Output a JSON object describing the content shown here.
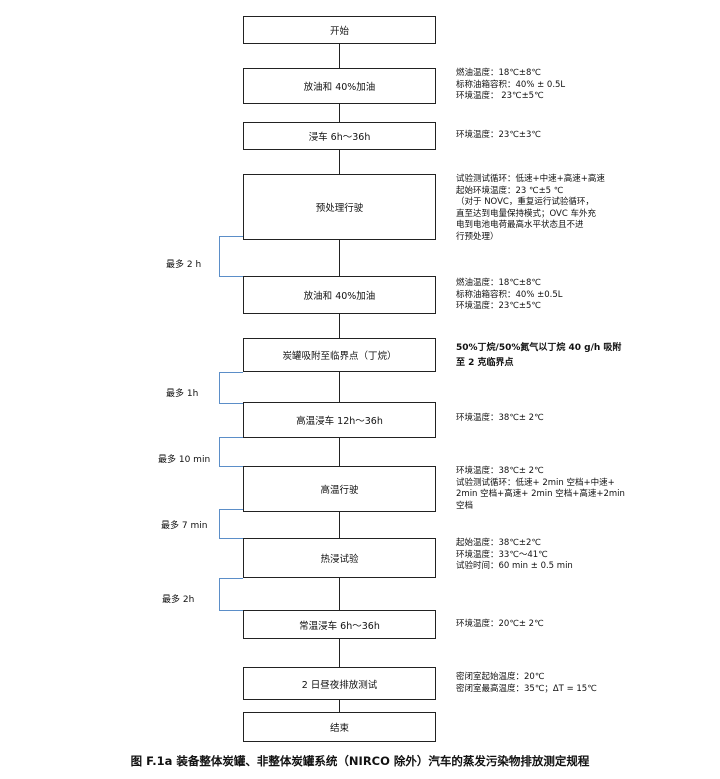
{
  "steps": [
    {
      "label": "开始"
    },
    {
      "label": "放油和 40%加油"
    },
    {
      "label": "浸车 6h～36h"
    },
    {
      "label": "预处理行驶"
    },
    {
      "label": "放油和 40%加油"
    },
    {
      "label": "炭罐吸附至临界点（丁烷）"
    },
    {
      "label": "高温浸车 12h～36h"
    },
    {
      "label": "高温行驶"
    },
    {
      "label": "热浸试验"
    },
    {
      "label": "常温浸车 6h～36h"
    },
    {
      "label": "2 日昼夜排放测试"
    },
    {
      "label": "结束"
    }
  ],
  "notes": [
    {
      "lines": [
        "燃油温度：18℃±8℃",
        "标称油箱容积：40% ± 0.5L",
        "环境温度： 23℃±5℃"
      ]
    },
    {
      "lines": [
        "环境温度：23℃±3℃"
      ]
    },
    {
      "lines": [
        "试验测试循环：低速+中速+高速+高速",
        "起始环境温度：23 ℃±5 ℃",
        "（对于 NOVC，重复运行试验循环，",
        "直至达到电量保持模式；OVC 车外充",
        "电到电池电荷最高水平状态且不进",
        "行预处理）"
      ]
    },
    {
      "lines": [
        "燃油温度：18℃±8℃",
        "标称油箱容积：40% ±0.5L",
        "环境温度：23℃±5℃"
      ]
    },
    {
      "lines": [
        "50%丁烷/50%氮气以丁烷 40 g/h 吸附",
        "至 2 克临界点"
      ]
    },
    {
      "lines": [
        "环境温度：38℃± 2℃"
      ]
    },
    {
      "lines": [
        "环境温度：38℃± 2℃",
        "试验测试循环：低速+ 2min 空档+中速+",
        "2min 空档+高速+ 2min 空档+高速+2min",
        "空档"
      ]
    },
    {
      "lines": [
        "起始温度：38℃±2℃",
        "环境温度：33℃～41℃",
        "试验时间：60 min ± 0.5 min"
      ]
    },
    {
      "lines": [
        "环境温度：20℃± 2℃"
      ]
    },
    {
      "lines": [
        "密闭室起始温度：20℃",
        "密闭室最高温度：35℃；ΔT = 15℃"
      ]
    }
  ],
  "time_limits": [
    {
      "label": "最多 2 h"
    },
    {
      "label": "最多  1h"
    },
    {
      "label": "最多 10 min"
    },
    {
      "label": "最多 7 min"
    },
    {
      "label": "最多 2h"
    }
  ],
  "caption": "图 F.1a 装备整体炭罐、非整体炭罐系统（NIRCO 除外）汽车的蒸发污染物排放测定规程"
}
